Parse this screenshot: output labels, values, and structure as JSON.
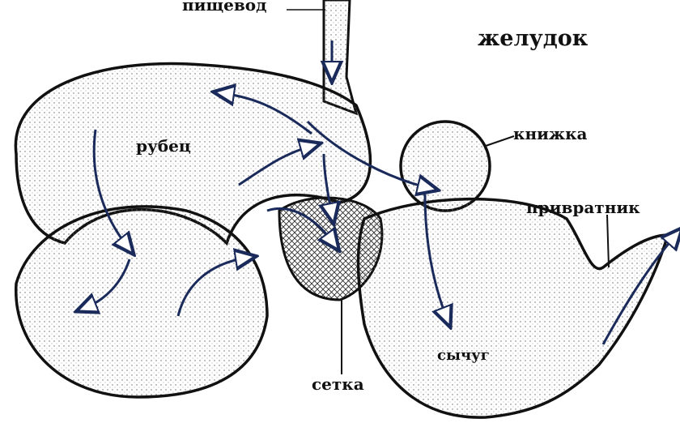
{
  "labels": {
    "esophagus": "пищевод",
    "stomach": "желудок",
    "rumen": "рубец",
    "omasum": "книжка",
    "pylorus": "привратник",
    "reticulum": "сетка",
    "abomasum": "сычуг"
  },
  "colors": {
    "outline": "#111111",
    "arrow": "#1a2a5a",
    "stipple": "#555555"
  }
}
